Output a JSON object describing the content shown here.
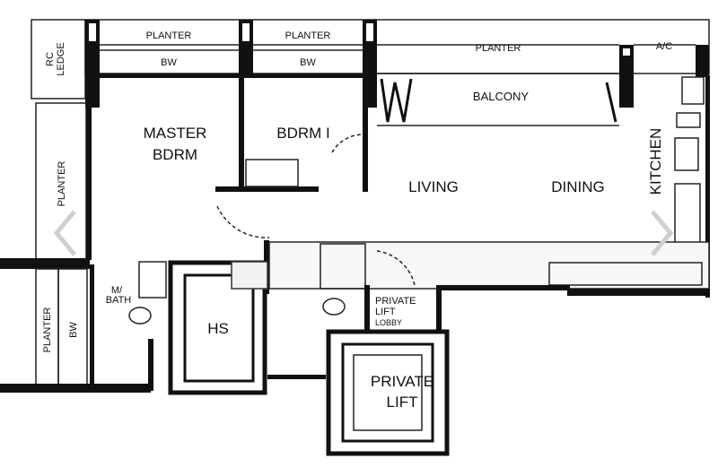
{
  "floorplan": {
    "rooms": {
      "planter_top_1": "PLANTER",
      "planter_top_2": "PLANTER",
      "planter_top_3": "PLANTER",
      "bw_top_1": "BW",
      "bw_top_2": "BW",
      "ac": "A/C",
      "rc_ledge_1": "RC",
      "rc_ledge_2": "LEDGE",
      "balcony": "BALCONY",
      "master_1": "MASTER",
      "master_2": "BDRM",
      "bdrm1": "BDRM I",
      "living": "LIVING",
      "dining": "DINING",
      "kitchen": "KITCHEN",
      "planter_left": "PLANTER",
      "planter_left_lower": "PLANTER",
      "bw_left": "BW",
      "mbath_1": "M/",
      "mbath_2": "BATH",
      "hs": "HS",
      "lobby_1": "PRIVATE",
      "lobby_2": "LIFT",
      "lobby_3": "LOBBY",
      "lift_1": "PRIVATE",
      "lift_2": "LIFT"
    }
  },
  "carousel": {
    "prev_icon": "chevron-left-icon",
    "next_icon": "chevron-right-icon"
  }
}
